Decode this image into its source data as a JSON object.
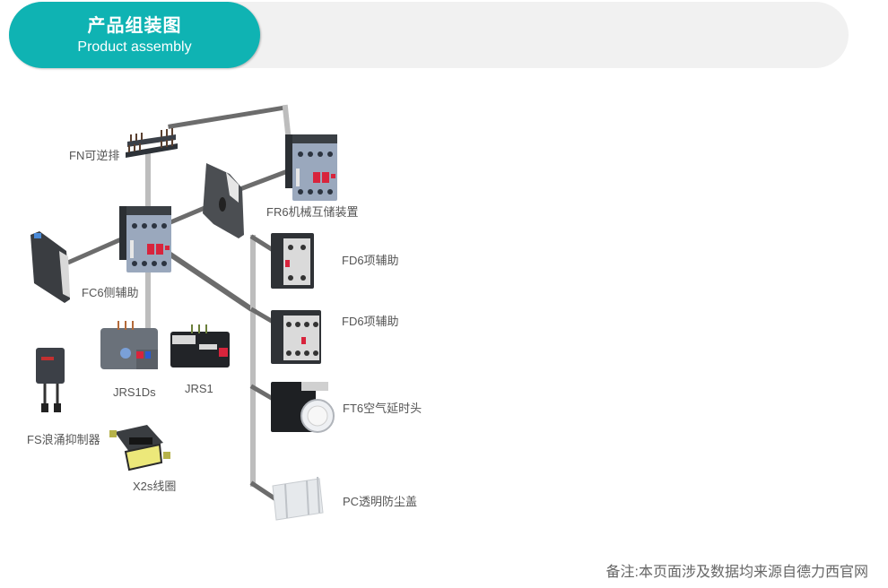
{
  "header": {
    "title_cn": "产品组装图",
    "title_en": "Product assembly",
    "accent_color": "#0fb3b3",
    "bar_color": "#f1f1f1"
  },
  "components": [
    {
      "id": "fn",
      "label": "FN可逆排",
      "icon": "busbar-icon"
    },
    {
      "id": "fr6",
      "label": "FR6机械互储装置",
      "icon": "contactor-icon"
    },
    {
      "id": "fc6",
      "label": "FC6侧辅助",
      "icon": "side-auxiliary-icon"
    },
    {
      "id": "jrs1ds",
      "label": "JRS1Ds",
      "icon": "thermal-relay-icon"
    },
    {
      "id": "jrs1",
      "label": "JRS1",
      "icon": "thermal-relay-icon"
    },
    {
      "id": "fd6a",
      "label": "FD6项辅助",
      "icon": "top-auxiliary-icon"
    },
    {
      "id": "fd6b",
      "label": "FD6项辅助",
      "icon": "top-auxiliary-icon"
    },
    {
      "id": "ft6",
      "label": "FT6空气延时头",
      "icon": "timer-head-icon"
    },
    {
      "id": "pc",
      "label": "PC透明防尘盖",
      "icon": "dust-cover-icon"
    },
    {
      "id": "fs",
      "label": "FS浪涌抑制器",
      "icon": "surge-suppressor-icon"
    },
    {
      "id": "x2s",
      "label": "X2s线圈",
      "icon": "coil-icon"
    }
  ],
  "footnote": "备注:本页面涉及数据均来源自德力西官网"
}
